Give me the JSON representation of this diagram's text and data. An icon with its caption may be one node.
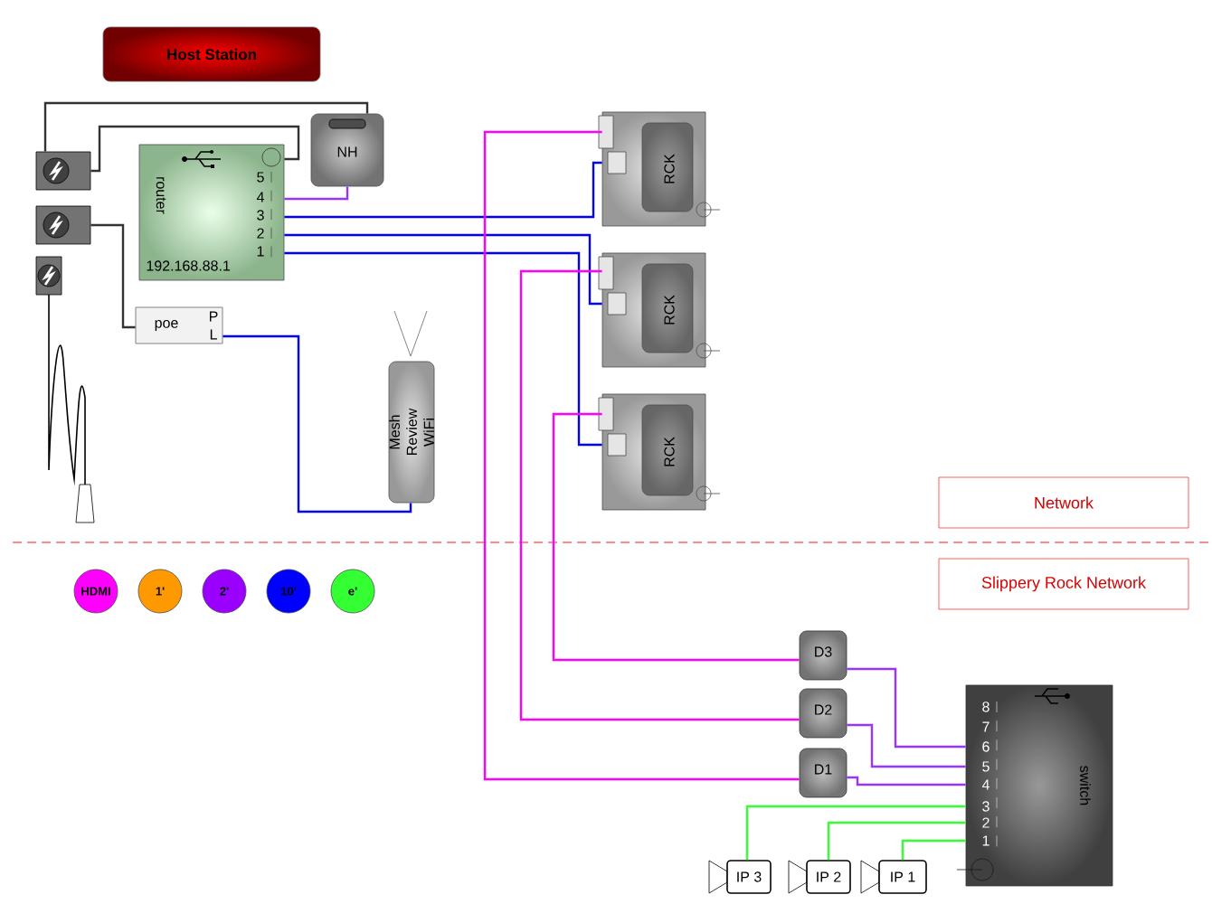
{
  "diagram": {
    "nodes": [
      {
        "text": [
          "Host Station"
        ]
      },
      {
        "text": [
          "router",
          "192.168.88.1"
        ]
      },
      {
        "text": [
          "NH"
        ]
      },
      {
        "text": [
          "poe",
          "P",
          "L"
        ]
      },
      {
        "text": [
          "Mesh Review WiFi"
        ]
      },
      {
        "text": [
          "RCK"
        ]
      },
      {
        "text": [
          "RCK"
        ]
      },
      {
        "text": [
          "RCK"
        ]
      },
      {
        "text": [
          "D3"
        ]
      },
      {
        "text": [
          "D2"
        ]
      },
      {
        "text": [
          "D1"
        ]
      },
      {
        "text": [
          "switch"
        ]
      },
      {
        "text": [
          "IP 3"
        ]
      },
      {
        "text": [
          "IP 2"
        ]
      },
      {
        "text": [
          "IP 1"
        ]
      },
      {
        "text": [
          "Network"
        ]
      },
      {
        "text": [
          "Slippery Rock Network"
        ]
      },
      {
        "text": [],
        "shape": "box"
      },
      {
        "text": [],
        "shape": "box"
      },
      {
        "text": [],
        "shape": "box"
      }
    ],
    "edges": [
      {
        "from": 17,
        "to": 2,
        "arrow": "none",
        "color": "#333333"
      },
      {
        "from": 17,
        "to": 1,
        "arrow": "none",
        "color": "#333333"
      },
      {
        "from": 18,
        "to": 3,
        "arrow": "none",
        "color": "#333333"
      },
      {
        "from": 1,
        "to": 2,
        "arrow": "none",
        "color": "#9933ff"
      },
      {
        "from": 1,
        "to": 5,
        "arrow": "none",
        "color": "#0000ff"
      },
      {
        "from": 1,
        "to": 6,
        "arrow": "none",
        "color": "#0000ff"
      },
      {
        "from": 1,
        "to": 7,
        "arrow": "none",
        "color": "#0000ff"
      },
      {
        "from": 3,
        "to": 4,
        "arrow": "none",
        "color": "#0000ff"
      },
      {
        "from": 10,
        "to": 5,
        "arrow": "none",
        "color": "#ff00ff"
      },
      {
        "from": 9,
        "to": 6,
        "arrow": "none",
        "color": "#ff00ff"
      },
      {
        "from": 8,
        "to": 7,
        "arrow": "none",
        "color": "#ff00ff"
      },
      {
        "from": 8,
        "to": 11,
        "arrow": "none",
        "color": "#9933ff"
      },
      {
        "from": 9,
        "to": 11,
        "arrow": "none",
        "color": "#9933ff"
      },
      {
        "from": 10,
        "to": 11,
        "arrow": "none",
        "color": "#9933ff"
      },
      {
        "from": 12,
        "to": 11,
        "arrow": "none",
        "color": "#33ff33"
      },
      {
        "from": 13,
        "to": 11,
        "arrow": "none",
        "color": "#33ff33"
      },
      {
        "from": 14,
        "to": 11,
        "arrow": "none",
        "color": "#33ff33"
      }
    ],
    "labels": [
      "5",
      "4",
      "3",
      "2",
      "1",
      "8",
      "7",
      "6",
      "5",
      "4",
      "3",
      "2",
      "1"
    ],
    "legend": [
      {
        "text": "HDMI",
        "color": "#ff00ff"
      },
      {
        "text": "1'",
        "color": "#ff9900"
      },
      {
        "text": "2'",
        "color": "#9900ff"
      },
      {
        "text": "10'",
        "color": "#0000ff"
      },
      {
        "text": "e'",
        "color": "#33ff33"
      }
    ]
  }
}
